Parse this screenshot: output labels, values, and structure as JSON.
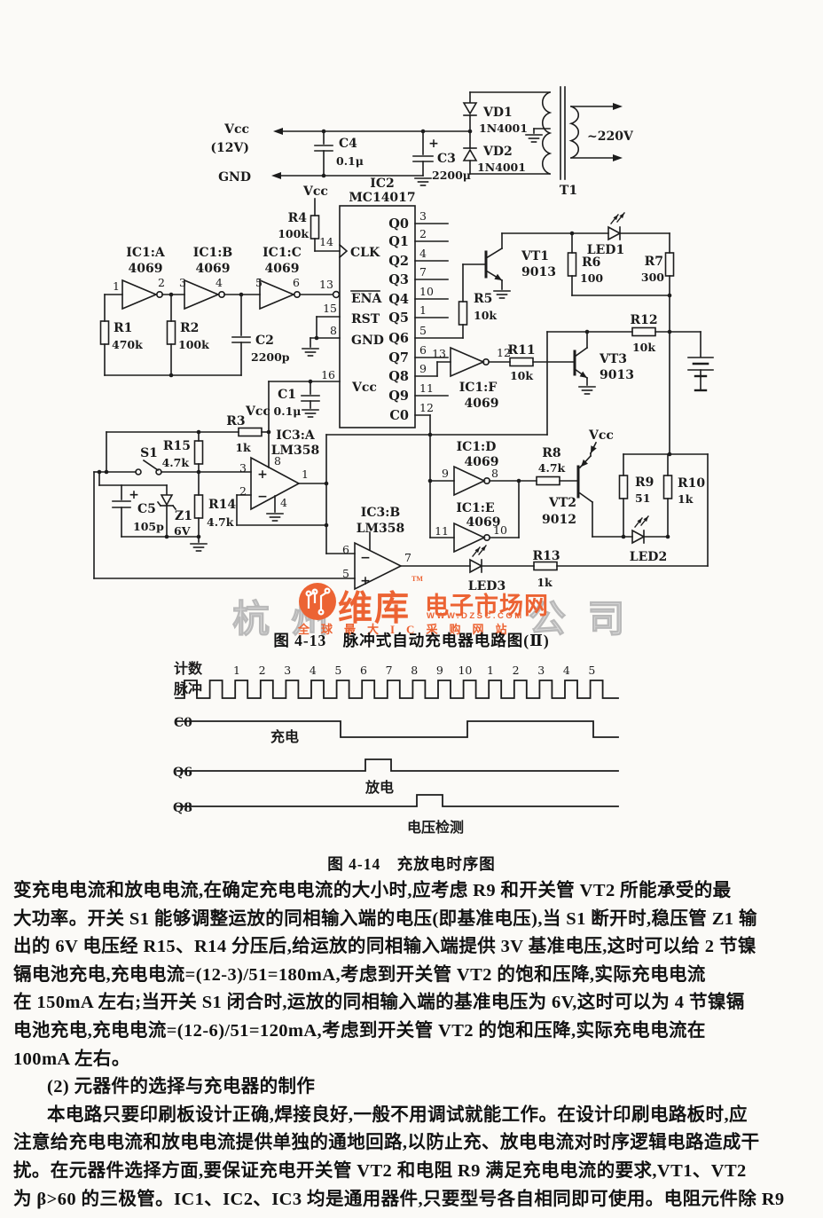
{
  "captions": {
    "fig13": "图 4-13　脉冲式自动充电器电路图(Ⅱ)",
    "fig14": "图 4-14　充放电时序图"
  },
  "watermark": {
    "gray_left": "杭 州",
    "gray_right": "公 司",
    "logo": "circuit-logo",
    "brand": "维库",
    "tm": "TM",
    "suffix": "电子市场网",
    "url": "WWW.DZSC.COM",
    "tagline": "全球最大IC采购网站"
  },
  "num": {
    "1": "1",
    "2": "2",
    "3": "3",
    "4": "4",
    "5": "5",
    "6": "6",
    "7": "7",
    "8": "8",
    "9": "9",
    "10": "10",
    "11": "11",
    "12": "12",
    "13": "13",
    "14": "14",
    "15": "15",
    "16": "16"
  },
  "sch": {
    "vcc": "Vcc",
    "gnd": "GND",
    "v12": "(12V)",
    "v220": "~220V",
    "t1": "T1",
    "c4": "C4",
    "c3": "C3",
    "c1": "C1",
    "c2": "C2",
    "c5": "C5",
    "val_01u": "0.1μ",
    "val_2200u": "2200μ",
    "val_2200p": "2200p",
    "val_105p": "105p",
    "vd1": "VD1",
    "vd2": "VD2",
    "val_1n4001": "1N4001",
    "ic2": "IC2",
    "val_mc14017": "MC14017",
    "ic1a": "IC1:A",
    "ic1b": "IC1:B",
    "ic1c": "IC1:C",
    "ic1d": "IC1:D",
    "ic1e": "IC1:E",
    "ic1f": "IC1:F",
    "val_4069": "4069",
    "ic3a": "IC3:A",
    "ic3b": "IC3:B",
    "val_lm358": "LM358",
    "r1": "R1",
    "val_470k": "470k",
    "r2": "R2",
    "r4": "R4",
    "val_100k": "100k",
    "r3": "R3",
    "val_1k": "1k",
    "r5": "R5",
    "val_10k": "10k",
    "r6": "R6",
    "val_100": "100",
    "r7": "R7",
    "val_300": "300",
    "r8": "R8",
    "r9": "R9",
    "val_51": "51",
    "r10": "R10",
    "r11": "R11",
    "r12": "R12",
    "r13": "R13",
    "r14": "R14",
    "r15": "R15",
    "val_47k": "4.7k",
    "s1": "S1",
    "z1": "Z1",
    "val_6v": "6V",
    "vt1": "VT1",
    "vt2": "VT2",
    "vt3": "VT3",
    "val_9013": "9013",
    "val_9012": "9012",
    "led1": "LED1",
    "led2": "LED2",
    "led3": "LED3",
    "clk": "CLK",
    "ena": "ENA",
    "rst": "RST",
    "q0": "Q0",
    "q1": "Q1",
    "q2": "Q2",
    "q3": "Q3",
    "q4": "Q4",
    "q5": "Q5",
    "q6": "Q6",
    "q7": "Q7",
    "q8": "Q8",
    "q9": "Q9",
    "c0": "C0",
    "plus": "+",
    "minus": "−"
  },
  "timing": {
    "counts": [
      "1",
      "2",
      "3",
      "4",
      "5",
      "6",
      "7",
      "8",
      "9",
      "10",
      "1",
      "2",
      "3",
      "4",
      "5"
    ],
    "row_label_1": "计数",
    "row_label_2": "脉冲",
    "c0": "C0",
    "q6": "Q6",
    "q8": "Q8",
    "charge": "充电",
    "discharge": "放电",
    "vcheck": "电压检测"
  },
  "body": {
    "lines": [
      "变充电电流和放电电流,在确定充电电流的大小时,应考虑 R9 和开关管 VT2 所能承受的最",
      "大功率。开关 S1 能够调整运放的同相输入端的电压(即基准电压),当 S1 断开时,稳压管 Z1 输",
      "出的 6V 电压经 R15、R14 分压后,给运放的同相输入端提供 3V 基准电压,这时可以给 2 节镍",
      "镉电池充电,充电电流=(12-3)/51=180mA,考虑到开关管 VT2 的饱和压降,实际充电电流",
      "在 150mA 左右;当开关 S1 闭合时,运放的同相输入端的基准电压为 6V,这时可以为 4 节镍镉",
      "电池充电,充电电流=(12-6)/51=120mA,考虑到开关管 VT2 的饱和压降,实际充电电流在",
      "100mA 左右。",
      "(2) 元器件的选择与充电器的制作",
      "本电路只要印刷板设计正确,焊接良好,一般不用调试就能工作。在设计印刷电路板时,应",
      "注意给充电电流和放电电流提供单独的通地回路,以防止充、放电电流对时序逻辑电路造成干",
      "扰。在元器件选择方面,要保证充电开关管 VT2 和电阻 R9 满足充电电流的要求,VT1、VT2",
      "为 β>60 的三极管。IC1、IC2、IC3 均是通用器件,只要型号各自相同即可使用。电阻元件除 R9"
    ]
  }
}
